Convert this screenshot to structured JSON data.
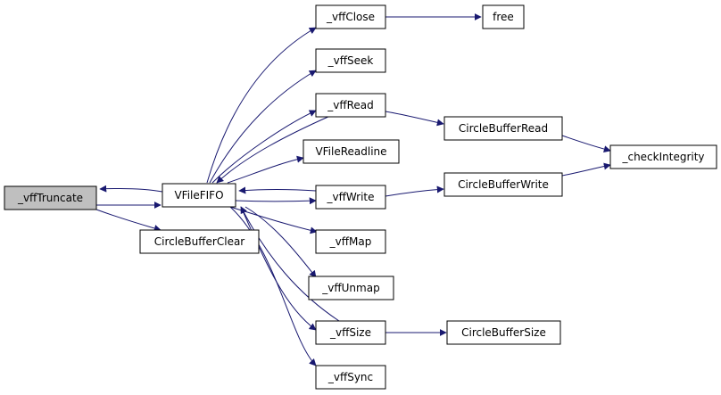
{
  "diagram": {
    "edge_color": "#191970",
    "highlight_fill": "#bfbfbf",
    "nodes": [
      {
        "id": "vffTruncate",
        "label": "_vffTruncate",
        "highlight": true
      },
      {
        "id": "VFileFIFO",
        "label": "VFileFIFO"
      },
      {
        "id": "CircleBufferClear",
        "label": "CircleBufferClear"
      },
      {
        "id": "vffClose",
        "label": "_vffClose"
      },
      {
        "id": "free",
        "label": "free"
      },
      {
        "id": "vffSeek",
        "label": "_vffSeek"
      },
      {
        "id": "vffRead",
        "label": "_vffRead"
      },
      {
        "id": "CircleBufferRead",
        "label": "CircleBufferRead"
      },
      {
        "id": "checkIntegrity",
        "label": "_checkIntegrity"
      },
      {
        "id": "VFileReadline",
        "label": "VFileReadline"
      },
      {
        "id": "vffWrite",
        "label": "_vffWrite"
      },
      {
        "id": "CircleBufferWrite",
        "label": "CircleBufferWrite"
      },
      {
        "id": "vffMap",
        "label": "_vffMap"
      },
      {
        "id": "vffUnmap",
        "label": "_vffUnmap"
      },
      {
        "id": "vffSize",
        "label": "_vffSize"
      },
      {
        "id": "CircleBufferSize",
        "label": "CircleBufferSize"
      },
      {
        "id": "vffSync",
        "label": "_vffSync"
      }
    ],
    "edges": [
      {
        "from": "vffTruncate",
        "to": "VFileFIFO"
      },
      {
        "from": "VFileFIFO",
        "to": "vffTruncate"
      },
      {
        "from": "vffTruncate",
        "to": "CircleBufferClear"
      },
      {
        "from": "VFileFIFO",
        "to": "vffClose"
      },
      {
        "from": "VFileFIFO",
        "to": "vffSeek"
      },
      {
        "from": "VFileFIFO",
        "to": "vffRead"
      },
      {
        "from": "vffRead",
        "to": "VFileFIFO"
      },
      {
        "from": "VFileFIFO",
        "to": "VFileReadline"
      },
      {
        "from": "VFileFIFO",
        "to": "vffWrite"
      },
      {
        "from": "vffWrite",
        "to": "VFileFIFO"
      },
      {
        "from": "VFileFIFO",
        "to": "vffMap"
      },
      {
        "from": "VFileFIFO",
        "to": "vffUnmap"
      },
      {
        "from": "VFileFIFO",
        "to": "vffSize"
      },
      {
        "from": "vffSize",
        "to": "VFileFIFO"
      },
      {
        "from": "VFileFIFO",
        "to": "vffSync"
      },
      {
        "from": "vffClose",
        "to": "free"
      },
      {
        "from": "vffRead",
        "to": "CircleBufferRead"
      },
      {
        "from": "CircleBufferRead",
        "to": "checkIntegrity"
      },
      {
        "from": "vffWrite",
        "to": "CircleBufferWrite"
      },
      {
        "from": "CircleBufferWrite",
        "to": "checkIntegrity"
      },
      {
        "from": "vffSize",
        "to": "CircleBufferSize"
      }
    ]
  }
}
